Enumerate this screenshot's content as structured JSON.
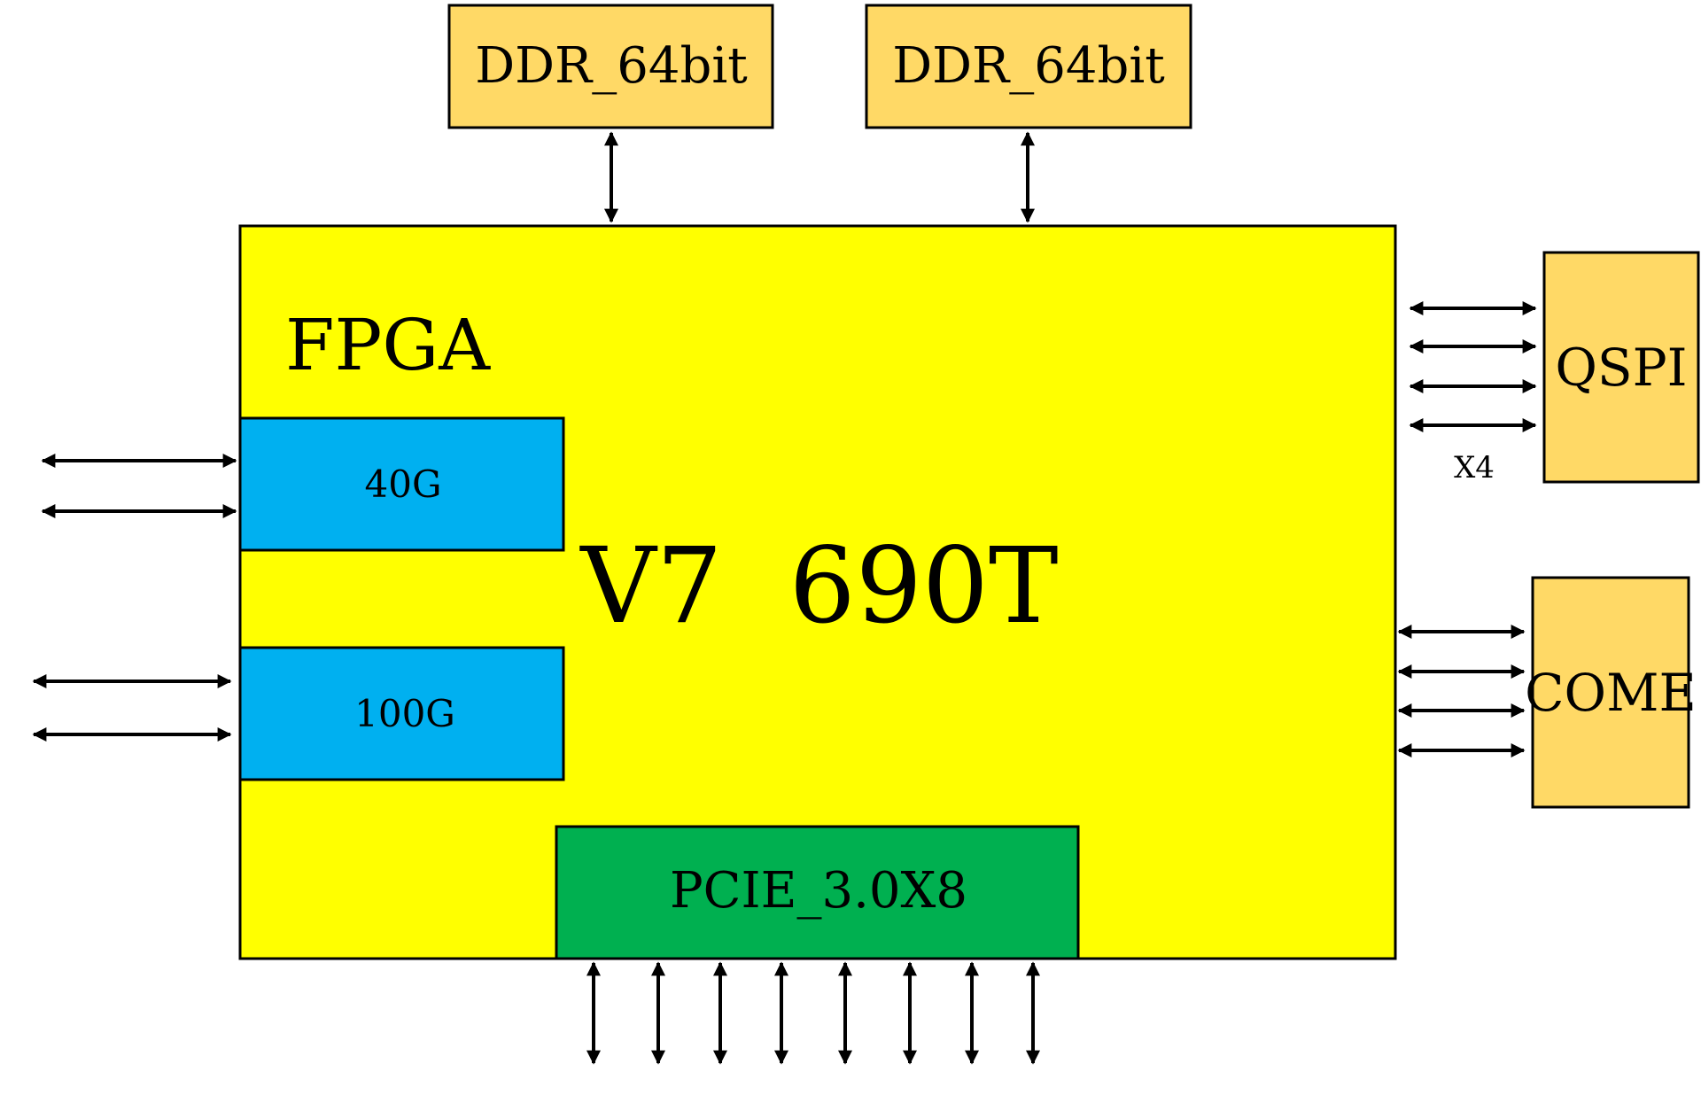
{
  "colors": {
    "fpga_fill": "#FFFF00",
    "memory_fill": "#FFD966",
    "transceiver_fill": "#00B0F0",
    "pcie_fill": "#00B050",
    "line": "#000000"
  },
  "fpga": {
    "label": "FPGA",
    "part_label": "V7  690T"
  },
  "ddr_left": {
    "label": "DDR_64bit"
  },
  "ddr_right": {
    "label": "DDR_64bit"
  },
  "qspi": {
    "label": "QSPI",
    "bus_label": "X4"
  },
  "come": {
    "label": "COME"
  },
  "block_40g": {
    "label": "40G"
  },
  "block_100g": {
    "label": "100G"
  },
  "pcie": {
    "label": "PCIE_3.0X8"
  },
  "icons": {
    "connector": "double-headed-arrow"
  }
}
